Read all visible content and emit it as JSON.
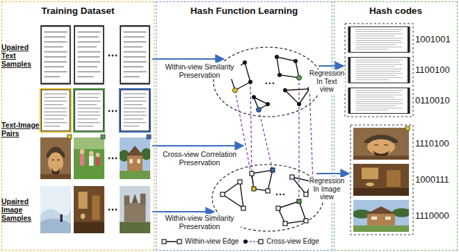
{
  "diagram": {
    "nodes": [
      {
        "text": [
          "Training Dataset"
        ]
      },
      {
        "text": [
          "Hash Function Learning"
        ]
      },
      {
        "text": [
          "Hash codes"
        ]
      }
    ],
    "labels": [
      "Upaired Text Samples",
      "Text-Image Pairs",
      "Upaired Image Samples",
      "Within-view Similarity Preservation",
      "Cross-view Correlation Preservation",
      "Within-view Similarity Preservation",
      "Regression In Text view",
      "Regression In Image view",
      "1001001",
      "1100100",
      "0110010",
      "1110100",
      "1000111",
      "1110000"
    ],
    "legend": [
      {
        "text": "Within-view Edge"
      },
      {
        "text": "Cross-view Edge"
      }
    ]
  }
}
